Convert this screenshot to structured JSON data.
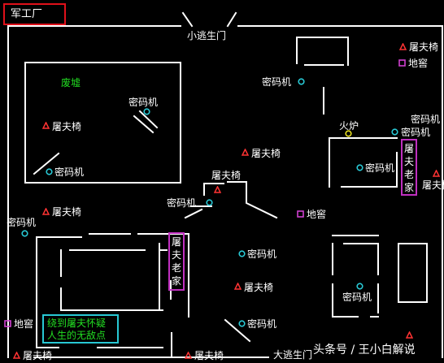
{
  "title": "军工厂",
  "colors": {
    "background": "#000000",
    "wall": "#ffffff",
    "title_border": "#e0101a",
    "chair": "#ff3333",
    "cipher": "#28c8d4",
    "cellar": "#d040d0",
    "furnace": "#e8e020",
    "ruins": "#22dd22",
    "house_border": "#c030c0",
    "note_border": "#28c8d4",
    "note_text": "#22dd22"
  },
  "legend_icons": {
    "chair": "red-triangle-icon",
    "cipher": "cyan-circle-icon",
    "cellar": "magenta-square-icon",
    "furnace": "yellow-circle-icon"
  },
  "gates": {
    "small": "小逃生门",
    "big": "大逃生门"
  },
  "labels": {
    "ruins": "废墟",
    "chair": "屠夫椅",
    "cipher": "密码机",
    "cellar": "地窖",
    "furnace": "火炉"
  },
  "hunter_house_chars": [
    "屠",
    "夫",
    "老",
    "家"
  ],
  "note": {
    "line1": "绕到屠夫怀疑",
    "line2": "人生的无敌点"
  },
  "watermark": "头条号 / 王小白解说"
}
